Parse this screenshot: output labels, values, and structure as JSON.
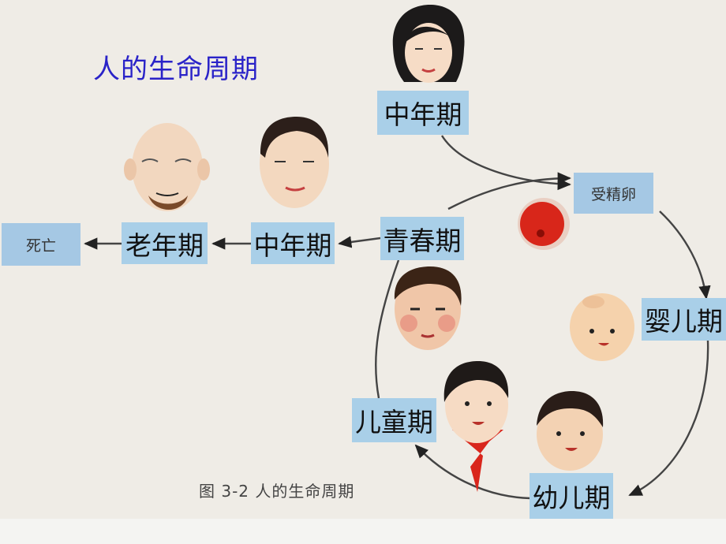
{
  "title": "人的生命周期",
  "stages": {
    "middle_age_top": "中年期",
    "fertilized_egg": "受精卵",
    "infant": "婴儿期",
    "toddler": "幼儿期",
    "childhood": "儿童期",
    "adolescence": "青春期",
    "middle_age_row": "中年期",
    "old_age": "老年期",
    "death": "死亡"
  },
  "caption": "图 3-2  人的生命周期",
  "colors": {
    "title": "#2a23c8",
    "box": "#a5c8e4",
    "arrow": "#222222"
  }
}
